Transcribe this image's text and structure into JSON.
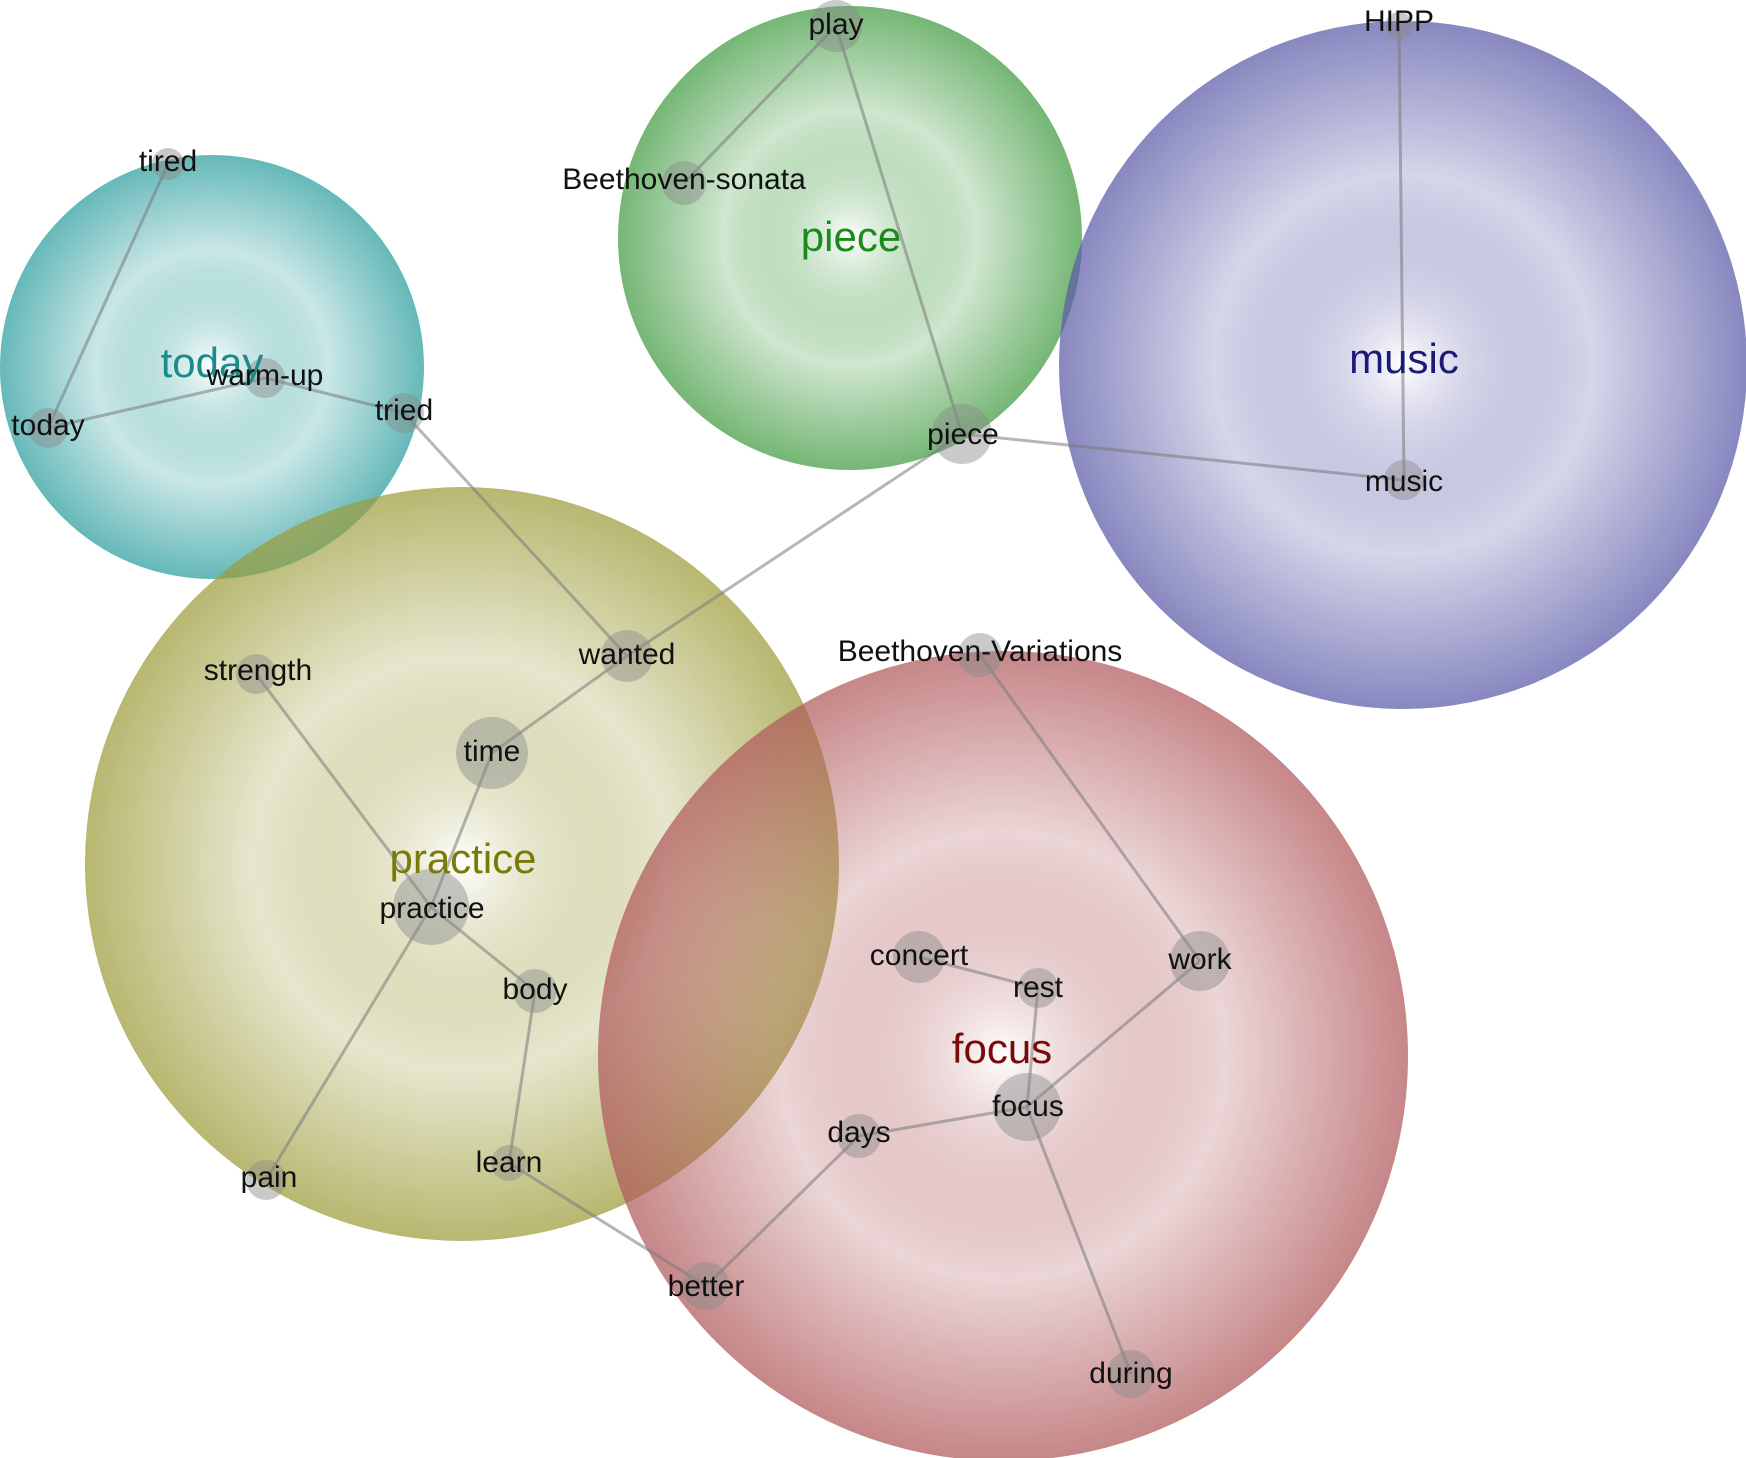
{
  "clusters": [
    {
      "id": "today",
      "label": "today",
      "color": "#2a9d9d",
      "label_color": "#1d8a8a"
    },
    {
      "id": "piece",
      "label": "piece",
      "color": "#3f9a3f",
      "label_color": "#1a8a1a"
    },
    {
      "id": "music",
      "label": "music",
      "color": "#5a5aa8",
      "label_color": "#1a1a7a"
    },
    {
      "id": "practice",
      "label": "practice",
      "color": "#9c9c3a",
      "label_color": "#7a7a0a"
    },
    {
      "id": "focus",
      "label": "focus",
      "color": "#b0585a",
      "label_color": "#7a0a0a"
    }
  ],
  "nodes": [
    {
      "id": "tired",
      "label": "tired"
    },
    {
      "id": "today",
      "label": "today"
    },
    {
      "id": "warm-up",
      "label": "warm-up"
    },
    {
      "id": "tried",
      "label": "tried"
    },
    {
      "id": "play",
      "label": "play"
    },
    {
      "id": "beethoven-sonata",
      "label": "Beethoven-sonata"
    },
    {
      "id": "piece",
      "label": "piece"
    },
    {
      "id": "hipp",
      "label": "HIPP"
    },
    {
      "id": "music",
      "label": "music"
    },
    {
      "id": "strength",
      "label": "strength"
    },
    {
      "id": "wanted",
      "label": "wanted"
    },
    {
      "id": "time",
      "label": "time"
    },
    {
      "id": "practice",
      "label": "practice"
    },
    {
      "id": "body",
      "label": "body"
    },
    {
      "id": "pain",
      "label": "pain"
    },
    {
      "id": "learn",
      "label": "learn"
    },
    {
      "id": "beethoven-variations",
      "label": "Beethoven-Variations"
    },
    {
      "id": "concert",
      "label": "concert"
    },
    {
      "id": "rest",
      "label": "rest"
    },
    {
      "id": "work",
      "label": "work"
    },
    {
      "id": "focus",
      "label": "focus"
    },
    {
      "id": "days",
      "label": "days"
    },
    {
      "id": "better",
      "label": "better"
    },
    {
      "id": "during",
      "label": "during"
    }
  ],
  "edges": [
    [
      "tired",
      "today"
    ],
    [
      "today",
      "warm-up"
    ],
    [
      "warm-up",
      "tried"
    ],
    [
      "tried",
      "wanted"
    ],
    [
      "play",
      "beethoven-sonata"
    ],
    [
      "play",
      "piece"
    ],
    [
      "piece",
      "music"
    ],
    [
      "hipp",
      "music"
    ],
    [
      "piece",
      "wanted"
    ],
    [
      "wanted",
      "time"
    ],
    [
      "time",
      "practice"
    ],
    [
      "strength",
      "practice"
    ],
    [
      "practice",
      "body"
    ],
    [
      "practice",
      "pain"
    ],
    [
      "body",
      "learn"
    ],
    [
      "learn",
      "better"
    ],
    [
      "better",
      "days"
    ],
    [
      "days",
      "focus"
    ],
    [
      "focus",
      "rest"
    ],
    [
      "rest",
      "concert"
    ],
    [
      "focus",
      "work"
    ],
    [
      "work",
      "beethoven-variations"
    ],
    [
      "focus",
      "during"
    ]
  ]
}
